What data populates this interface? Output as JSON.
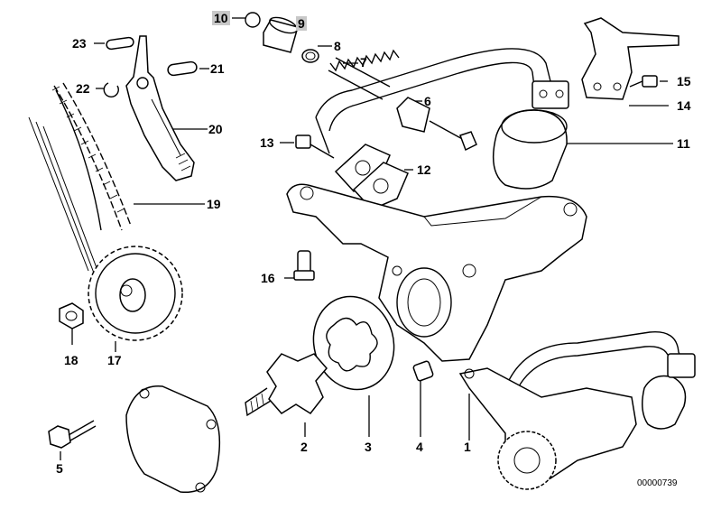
{
  "diagram": {
    "title": "Oil pump parts diagram",
    "document_number": "00000739",
    "highlight_color": "#c8c8c8",
    "callouts": [
      {
        "id": "c1",
        "label": "1",
        "highlighted": false
      },
      {
        "id": "c2",
        "label": "2",
        "highlighted": false
      },
      {
        "id": "c3",
        "label": "3",
        "highlighted": false
      },
      {
        "id": "c4",
        "label": "4",
        "highlighted": false
      },
      {
        "id": "c5",
        "label": "5",
        "highlighted": false
      },
      {
        "id": "c6",
        "label": "6",
        "highlighted": false
      },
      {
        "id": "c7",
        "label": "7",
        "highlighted": false
      },
      {
        "id": "c8",
        "label": "8",
        "highlighted": false
      },
      {
        "id": "c9",
        "label": "9",
        "highlighted": true
      },
      {
        "id": "c10",
        "label": "10",
        "highlighted": true
      },
      {
        "id": "c11",
        "label": "11",
        "highlighted": false
      },
      {
        "id": "c12",
        "label": "12",
        "highlighted": false
      },
      {
        "id": "c13",
        "label": "13",
        "highlighted": false
      },
      {
        "id": "c14",
        "label": "14",
        "highlighted": false
      },
      {
        "id": "c15",
        "label": "15",
        "highlighted": false
      },
      {
        "id": "c16",
        "label": "16",
        "highlighted": false
      },
      {
        "id": "c17",
        "label": "17",
        "highlighted": false
      },
      {
        "id": "c18",
        "label": "18",
        "highlighted": false
      },
      {
        "id": "c19",
        "label": "19",
        "highlighted": false
      },
      {
        "id": "c20",
        "label": "20",
        "highlighted": false
      },
      {
        "id": "c21",
        "label": "21",
        "highlighted": false
      },
      {
        "id": "c22",
        "label": "22",
        "highlighted": false
      },
      {
        "id": "c23",
        "label": "23",
        "highlighted": false
      }
    ]
  }
}
